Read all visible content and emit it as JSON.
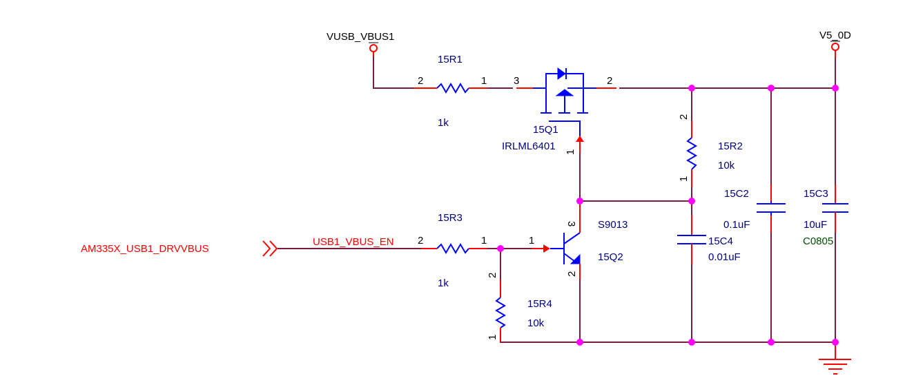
{
  "schematic": {
    "power_ports": [
      {
        "name": "VUSB_VBUS1"
      },
      {
        "name": "V5_0D"
      }
    ],
    "offsheet_port": {
      "name": "AM335X_USB1_DRVVBUS"
    },
    "net_labels": [
      {
        "name": "USB1_VBUS_EN"
      }
    ],
    "components": {
      "R1": {
        "designator": "15R1",
        "value": "1k",
        "pins": [
          "2",
          "1"
        ]
      },
      "Q1": {
        "designator": "15Q1",
        "value": "IRLML6401",
        "pins": [
          "3",
          "2",
          "1"
        ]
      },
      "R2": {
        "designator": "15R2",
        "value": "10k",
        "pins": [
          "2",
          "1"
        ]
      },
      "C2": {
        "designator": "15C2",
        "value": "0.1uF"
      },
      "C3": {
        "designator": "15C3",
        "value": "10uF",
        "footprint": "C0805"
      },
      "R3": {
        "designator": "15R3",
        "value": "1k",
        "pins": [
          "2",
          "1"
        ]
      },
      "Q2": {
        "designator": "15Q2",
        "value": "S9013",
        "pins": [
          "1",
          "3",
          "2"
        ]
      },
      "C4": {
        "designator": "15C4",
        "value": "0.01uF"
      },
      "R4": {
        "designator": "15R4",
        "value": "10k",
        "pins": [
          "2",
          "1"
        ]
      }
    },
    "ground": {
      "symbol": "ground-icon"
    },
    "colors": {
      "wire": "#7a1a3f",
      "pin": "#ff0000",
      "component_body": "#0000ff",
      "junction": "#ff00ff",
      "designator_text": "#00007f",
      "net_text": "#ff0000",
      "footprint_text": "#004d00"
    }
  }
}
